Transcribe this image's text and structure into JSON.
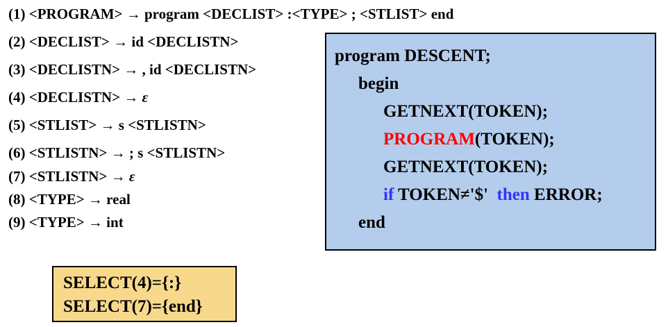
{
  "grammar": {
    "rules": [
      {
        "num": "(1)",
        "text": "<PROGRAM> → program <DECLIST> :<TYPE> ; <STLIST> end"
      },
      {
        "num": "(2)",
        "text": "<DECLIST> → id <DECLISTN>"
      },
      {
        "num": "(3)",
        "text": "<DECLISTN> → , id <DECLISTN>"
      },
      {
        "num": "(4)",
        "text": "<DECLISTN> → ε"
      },
      {
        "num": "(5)",
        "text": "<STLIST> → s <STLISTN>"
      },
      {
        "num": "(6)",
        "text": "<STLISTN> → ; s <STLISTN>"
      },
      {
        "num": "(7)",
        "text": "<STLISTN> → ε"
      },
      {
        "num": "(8)",
        "text": "<TYPE> → real"
      },
      {
        "num": "(9)",
        "text": "<TYPE> → int"
      }
    ],
    "full_lines": [
      "(1) <PROGRAM> → program <DECLIST> :<TYPE> ; <STLIST> end",
      "(2) <DECLIST> → id <DECLISTN>",
      "(3) <DECLISTN> → , id <DECLISTN>",
      "(4) <DECLISTN> → ε",
      "(5) <STLIST> → s <STLISTN>",
      "(6) <STLISTN> → ; s <STLISTN>",
      "(7) <STLISTN> → ε",
      "(8) <TYPE> → real",
      "(9) <TYPE> → int"
    ]
  },
  "select_box": {
    "background_color": "#f8d98c",
    "border_color": "#000000",
    "lines": [
      "SELECT(4)={:}",
      "SELECT(7)={end}"
    ]
  },
  "code_box": {
    "background_color": "#b4cdec",
    "border_color": "#000000",
    "lines": [
      {
        "indent": 0,
        "segments": [
          {
            "text": "program DESCENT;",
            "color": "#000000"
          }
        ]
      },
      {
        "indent": 1,
        "segments": [
          {
            "text": "begin",
            "color": "#000000"
          }
        ]
      },
      {
        "indent": 2,
        "segments": [
          {
            "text": "GETNEXT(TOKEN);",
            "color": "#000000"
          }
        ]
      },
      {
        "indent": 2,
        "segments": [
          {
            "text": "PROGRAM",
            "color": "#ff0000"
          },
          {
            "text": "(TOKEN);",
            "color": "#000000"
          }
        ]
      },
      {
        "indent": 2,
        "segments": [
          {
            "text": "GETNEXT(TOKEN);",
            "color": "#000000"
          }
        ]
      },
      {
        "indent": 2,
        "segments": [
          {
            "text": "if",
            "color": "#3333ff"
          },
          {
            "text": " TOKEN≠'$'  ",
            "color": "#000000"
          },
          {
            "text": "then",
            "color": "#3333ff"
          },
          {
            "text": " ERROR;",
            "color": "#000000"
          }
        ]
      },
      {
        "indent": 1,
        "segments": [
          {
            "text": "end",
            "color": "#000000"
          }
        ]
      }
    ]
  }
}
